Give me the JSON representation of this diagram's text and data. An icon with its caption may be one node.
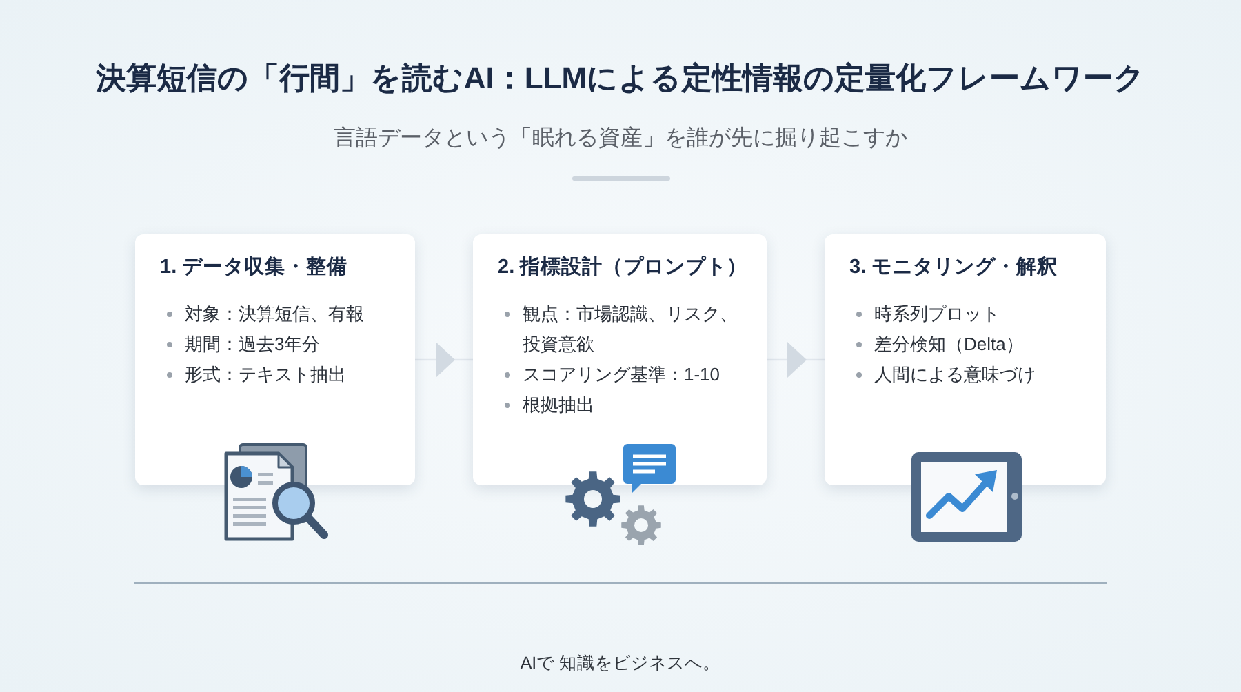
{
  "diagram": {
    "title": "決算短信の「行間」を読むAI：LLMによる定性情報の定量化フレームワーク",
    "nodes": [
      {
        "text": [
          "1. データ収集・整備",
          "対象：決算短信、有報",
          "期間：過去3年分",
          "形式：テキスト抽出"
        ]
      },
      {
        "text": [
          "2. 指標設計（プロンプト）",
          "観点：市場認識、リスク、投資意欲",
          "スコアリング基準：1-10",
          "根拠抽出"
        ]
      },
      {
        "text": [
          "3. モニタリング・解釈",
          "時系列プロット",
          "差分検知（Delta）",
          "人間による意味づけ"
        ]
      }
    ],
    "edges": [
      {
        "from": 0,
        "to": 1,
        "arrow": "to"
      },
      {
        "from": 1,
        "to": 2,
        "arrow": "to"
      }
    ],
    "labels": [
      "言語データという「眠れる資産」を誰が先に掘り起こすか",
      "AIで 知識をビジネスへ。"
    ]
  }
}
